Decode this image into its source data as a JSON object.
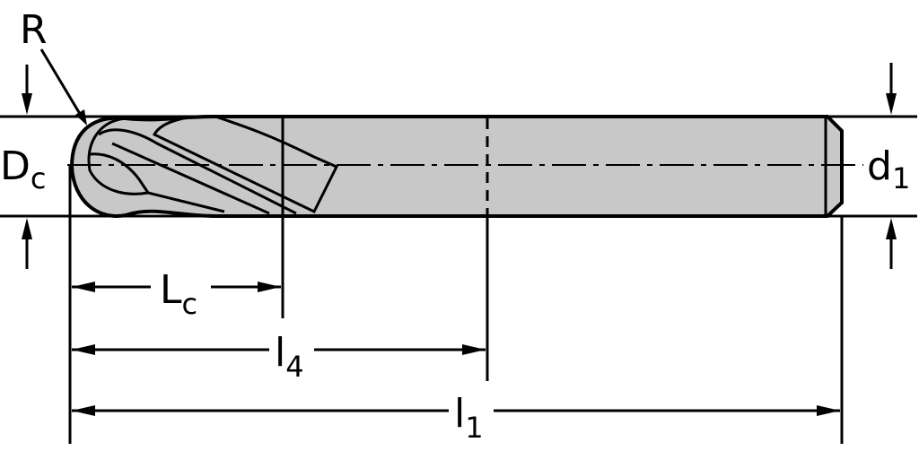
{
  "labels": {
    "radius": "R",
    "cutting_diameter": {
      "main": "D",
      "sub": "c"
    },
    "shank_diameter": {
      "main": "d",
      "sub": "1"
    },
    "cutting_length": {
      "main": "L",
      "sub": "c"
    },
    "usable_length": {
      "main": "l",
      "sub": "4"
    },
    "overall_length": {
      "main": "l",
      "sub": "1"
    }
  },
  "colors": {
    "body": "#c8c8c8",
    "line": "#000000"
  }
}
